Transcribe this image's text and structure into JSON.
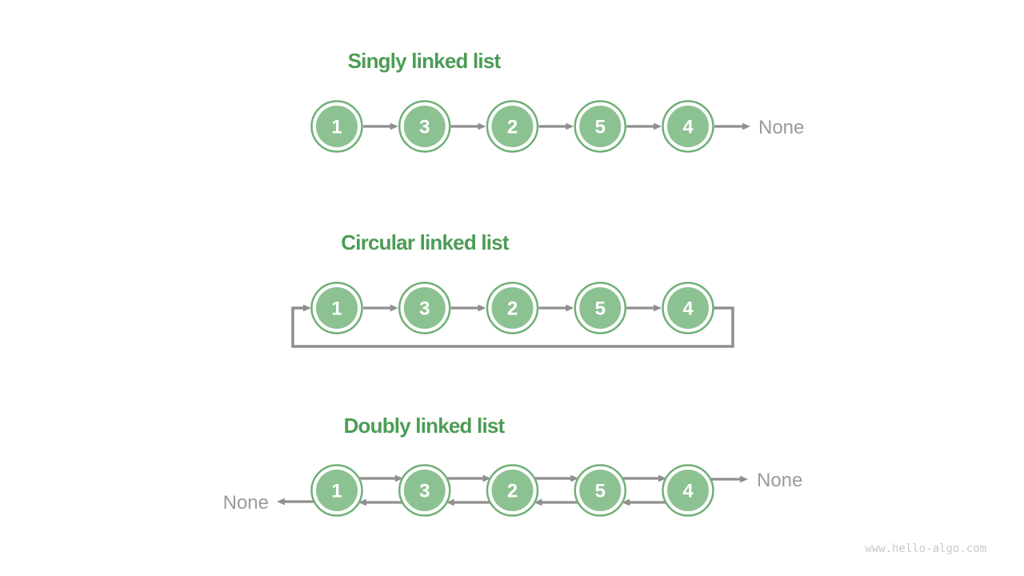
{
  "colors": {
    "background": "#FFFFFF",
    "node_fill": "#8CC291",
    "node_stroke": "#6FAF76",
    "node_text": "#FFFFFF",
    "title": "#4C9C55",
    "arrow": "#8F8F8F",
    "none_text": "#9B9B9B",
    "watermark": "#C9C9C9"
  },
  "watermark": "www.hello-algo.com",
  "diagrams": [
    {
      "type": "singly",
      "title": "Singly linked list",
      "values": [
        1,
        3,
        2,
        5,
        4
      ],
      "none_right": "None"
    },
    {
      "type": "circular",
      "title": "Circular linked list",
      "values": [
        1,
        3,
        2,
        5,
        4
      ]
    },
    {
      "type": "doubly",
      "title": "Doubly linked list",
      "values": [
        1,
        3,
        2,
        5,
        4
      ],
      "none_left": "None",
      "none_right": "None"
    }
  ]
}
